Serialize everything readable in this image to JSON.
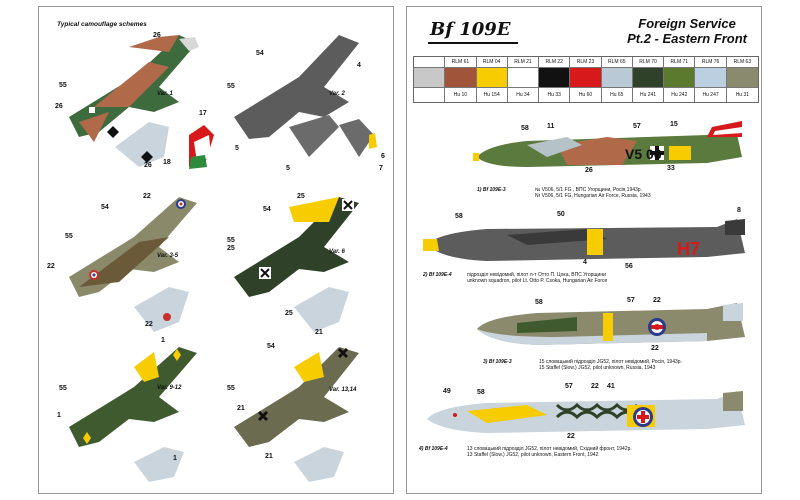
{
  "left_page": {
    "section_title": "Typical camouflage schemes",
    "variants": [
      "Var. 1",
      "Var. 2",
      "Var. 3-5",
      "Var. 6",
      "Var. 9-12",
      "Var. 13,14"
    ],
    "callouts": [
      "26",
      "55",
      "26",
      "17",
      "18",
      "26",
      "54",
      "55",
      "4",
      "5",
      "5",
      "6",
      "7",
      "22",
      "54",
      "55",
      "22",
      "22",
      "25",
      "54",
      "55",
      "25",
      "25",
      "1",
      "55",
      "1",
      "1",
      "21",
      "54",
      "55",
      "21",
      "21"
    ]
  },
  "right_page": {
    "logo_text": "Bf 109E",
    "title_line1": "Foreign Service",
    "title_line2": "Pt.2 - Eastern Front",
    "colors": [
      {
        "rlm": "",
        "hu": "",
        "hex": "#c8c8c8"
      },
      {
        "rlm": "RLM 61",
        "hu": "Hu 10",
        "hex": "#a0543a"
      },
      {
        "rlm": "RLM 04",
        "hu": "Hu 154",
        "hex": "#f7cc00"
      },
      {
        "rlm": "RLM 21",
        "hu": "Hu 34",
        "hex": "#ffffff"
      },
      {
        "rlm": "RLM 22",
        "hu": "Hu 33",
        "hex": "#111111"
      },
      {
        "rlm": "RLM 23",
        "hu": "Hu 60",
        "hex": "#d7191c"
      },
      {
        "rlm": "RLM 65",
        "hu": "Hu 65",
        "hex": "#b9c9d6"
      },
      {
        "rlm": "RLM 70",
        "hu": "Hu 241",
        "hex": "#2f4128"
      },
      {
        "rlm": "RLM 71",
        "hu": "Hu 242",
        "hex": "#5b7a2e"
      },
      {
        "rlm": "RLM 76",
        "hu": "Hu 247",
        "hex": "#bccfe0"
      },
      {
        "rlm": "RLM 63",
        "hu": "Hu 31",
        "hex": "#8a8a6e"
      }
    ],
    "aircraft": [
      {
        "callouts": [
          "58",
          "11",
          "57",
          "15",
          "26",
          "33"
        ],
        "codes": "V5   06",
        "caption_head": "1) Bf 109E-3",
        "caption_lines": [
          "№ V506, 5/1 FG , ВПС Угорщини, Росія,1943р.",
          "Nr V506, 5/1 FG, Hungarian Air Force, Russia, 1943"
        ]
      },
      {
        "callouts": [
          "58",
          "50",
          "8",
          "4",
          "56"
        ],
        "codes": "H7",
        "caption_head": "2) Bf 109E-4",
        "caption_lines": [
          "підрозділ невідомий, пілот л-т Отто П. Цока, ВПС Угорщини",
          "unknown squadron, pilot Lt. Otto P. Csoka, Hungarian Air Force"
        ]
      },
      {
        "callouts": [
          "58",
          "57",
          "22",
          "22"
        ],
        "codes": "",
        "caption_head": "3) Bf 109E-3",
        "caption_lines": [
          "15 словацький підрозділ JG52, пілот невідомий, Росія, 1943р.",
          "15 Staffel (Slow.) JG52, pilot unknown, Russia, 1943"
        ]
      },
      {
        "callouts": [
          "49",
          "58",
          "57",
          "22",
          "41",
          "22"
        ],
        "codes": "",
        "caption_head": "4) Bf 109E-4",
        "caption_lines": [
          "13 словацький підрозділ JG52, пілот невідомий, Східний фронт, 1942р.",
          "13 Staffel (Slow.) JG52, pilot unknown, Eastern Front, 1942"
        ]
      }
    ]
  }
}
